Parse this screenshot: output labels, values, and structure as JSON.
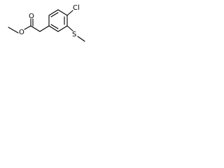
{
  "molecule": {
    "atoms": {
      "chlorine": "Cl",
      "sulfur": "S",
      "ester_oxygen": "O",
      "carbonyl_oxygen": "O"
    },
    "line_color": "#000000",
    "background_color": "#ffffff"
  }
}
